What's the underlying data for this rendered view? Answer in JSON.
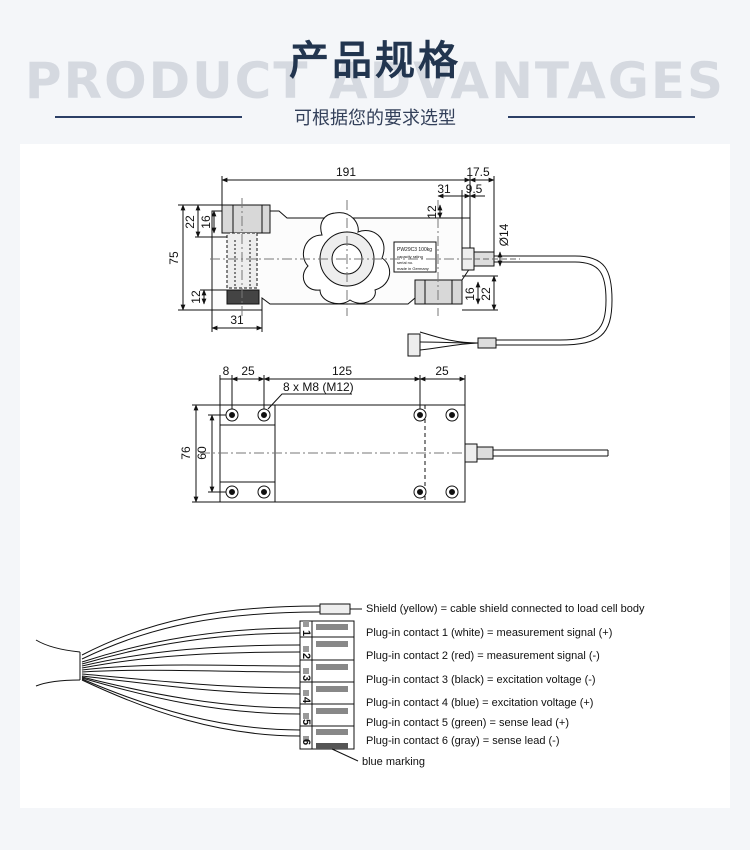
{
  "header": {
    "background_word": "PRODUCT ADVANTAGES",
    "title": "产品规格",
    "subtitle": "可根据您的要求选型"
  },
  "side_view": {
    "dims": {
      "length": "191",
      "right_extension": "17.5",
      "cable_offset": "31",
      "cable_inset": "9.5",
      "top_height_outer": "22",
      "top_height_inner": "16",
      "total_height": "75",
      "bottom_left": "12",
      "top_right_gap": "12",
      "cable_diameter": "Ø14",
      "right_height_inner": "16",
      "right_height_outer": "22",
      "left_base": "31"
    },
    "label_plate": [
      "PW29C3 100kg",
      "capacity rating",
      "serial no.",
      "made in Germany"
    ]
  },
  "top_view": {
    "dims": {
      "d8": "8",
      "d25_left": "25",
      "d125": "125",
      "d25_right": "25",
      "holes": "8 x M8 (M12)",
      "height_outer": "76",
      "height_inner": "60"
    }
  },
  "wiring": {
    "shield": "Shield (yellow) = cable shield connected to load cell body",
    "contacts": [
      {
        "num": "1",
        "label": "Plug-in contact 1 (white) = measurement signal (+)"
      },
      {
        "num": "2",
        "label": "Plug-in contact 2 (red) = measurement signal (-)"
      },
      {
        "num": "3",
        "label": "Plug-in contact 3 (black) = excitation voltage (-)"
      },
      {
        "num": "4",
        "label": "Plug-in contact 4 (blue) = excitation voltage (+)"
      },
      {
        "num": "5",
        "label": "Plug-in contact 5 (green) = sense lead (+)"
      },
      {
        "num": "6",
        "label": "Plug-in contact 6 (gray) = sense lead (-)"
      }
    ],
    "marking": "blue marking"
  },
  "colors": {
    "title": "#22354f",
    "rule": "#2c3f66",
    "background_word": "#d5d9e0",
    "drawing_line": "#111111"
  }
}
